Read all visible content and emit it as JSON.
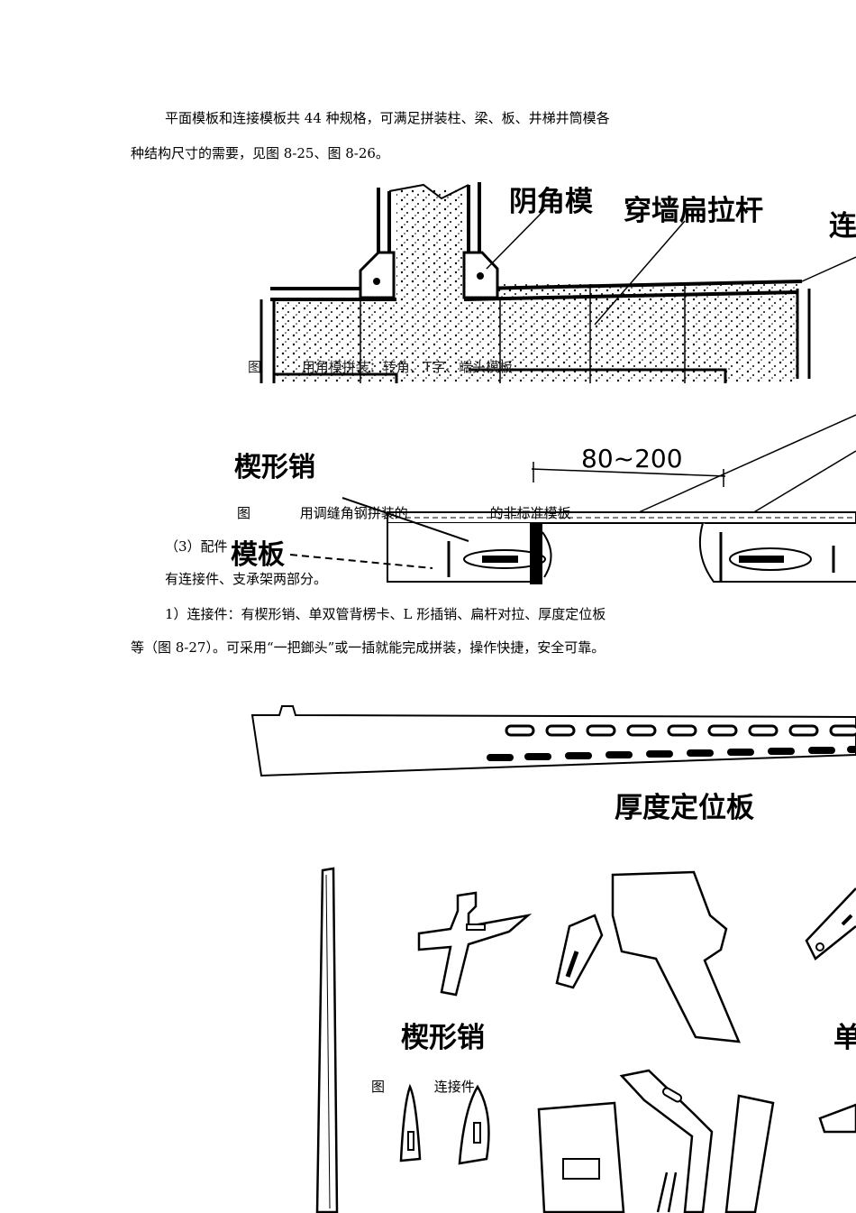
{
  "paragraphs": {
    "p1_line1": "平面模板和连接模板共 44 种规格，可满足拼装柱、梁、板、井梯井筒模各",
    "p1_line2": "种结构尺寸的需要，见图 8-25、图 8-26。",
    "p2_start": "（3）配件",
    "p2_line2": "有连接件、支承架两部分。",
    "p3_line1": "1）连接件：有楔形销、单双管背楞卡、L 形插销、扁杆对拉、厚度定位板",
    "p3_line2": "等（图 8-27）。可采用“一把鎯头”或一插就能完成拼装，操作快捷，安全可靠。"
  },
  "figure1": {
    "labels": {
      "yinjiao": "阴角模",
      "chuanqiang": "穿墙扁拉杆",
      "lian": "连"
    },
    "caption": {
      "prefix": "图",
      "text": "用角模拼装：转角、T字、端头模板"
    }
  },
  "figure2": {
    "labels": {
      "xiexing": "楔形销",
      "dimension": "80~200",
      "muban": "模板"
    },
    "caption": {
      "prefix": "图",
      "text": "用调缝角钢拼装的",
      "suffix": "的非标准模板"
    }
  },
  "figure3": {
    "labels": {
      "houdu": "厚度定位板",
      "xiexing": "楔形销",
      "dan": "单"
    },
    "caption": {
      "prefix": "图",
      "text": "连接件"
    }
  }
}
